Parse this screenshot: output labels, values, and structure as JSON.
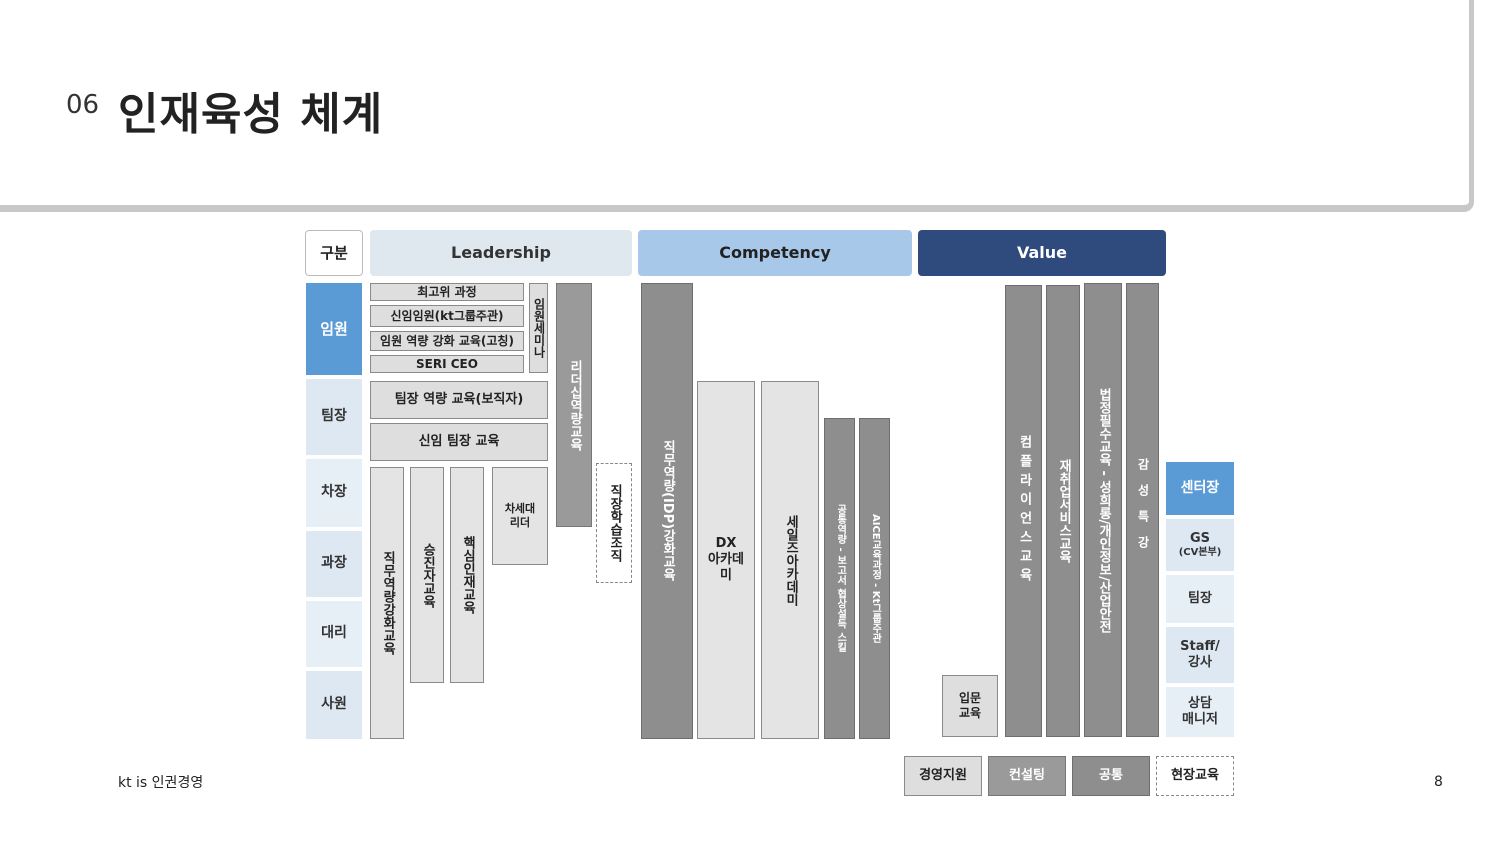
{
  "header": {
    "section_number": "06",
    "title": "인재육성 체계"
  },
  "columns": {
    "category": "구분",
    "leadership": "Leadership",
    "competency": "Competency",
    "value": "Value"
  },
  "levels": [
    "임원",
    "팀장",
    "차장",
    "과장",
    "대리",
    "사원"
  ],
  "leadership": {
    "top_exec": "최고위 과정",
    "new_exec": "신임임원(kt그룹주관)",
    "exec_coaching": "임원 역량 강화 교육(고칭)",
    "seri": "SERI CEO",
    "exec_seminar": "임원세미나",
    "team_leader_edu": "팀장 역량 교육(보직자)",
    "new_team_leader": "신임 팀장 교육",
    "job_competency": "직무역량강화교육",
    "promotion": "승진자교육",
    "core_talent": "핵심인재교육",
    "next_gen": "차세대 리더",
    "leadership_competency": "리더십역량교육",
    "workplace_learning": "직장학습조직"
  },
  "competency": {
    "idp": "직무역량(IDP)강화교육",
    "dx": "DX 아카데미",
    "sales": "세일즈아카데미",
    "common": "공통역량 - 보고서 협상설득 스킬",
    "aice": "AICE교육과정 - Kt그룹주관"
  },
  "value": {
    "intro": "입문교육",
    "compliance": "컴플라이언스교육",
    "reemployment": "재취업서비스교육",
    "legal": "법정필수교육 - 성희롱/개인정보/산업안전",
    "sensitivity": "감성특강"
  },
  "right_levels": [
    "센터장",
    "GS",
    "(CV본부)",
    "팀장",
    "Staff/",
    "강사",
    "상담",
    "매니저"
  ],
  "bottom_legend": [
    "경영지원",
    "컨설팅",
    "공통",
    "현장교육"
  ],
  "footer": {
    "brand": "kt is 인권경영",
    "page": "8"
  }
}
